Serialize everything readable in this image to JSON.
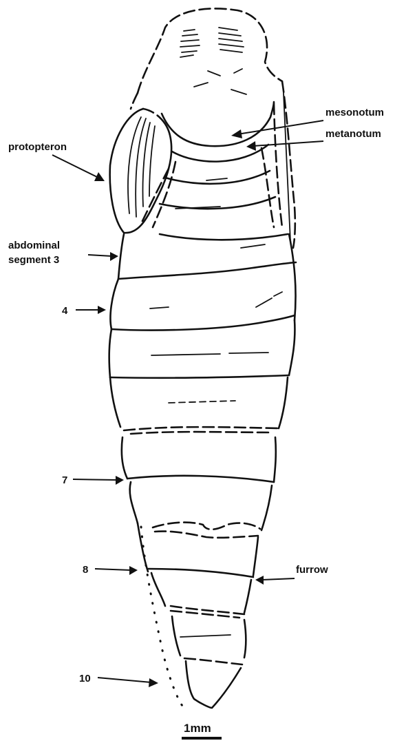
{
  "labels": {
    "mesonotum": "mesonotum",
    "metanotum": "metanotum",
    "protopteron": "protopteron",
    "abdominal_line1": "abdominal",
    "abdominal_line2": "segment 3",
    "seg4": "4",
    "seg7": "7",
    "seg8": "8",
    "furrow": "furrow",
    "seg10": "10",
    "scale": "1mm"
  }
}
